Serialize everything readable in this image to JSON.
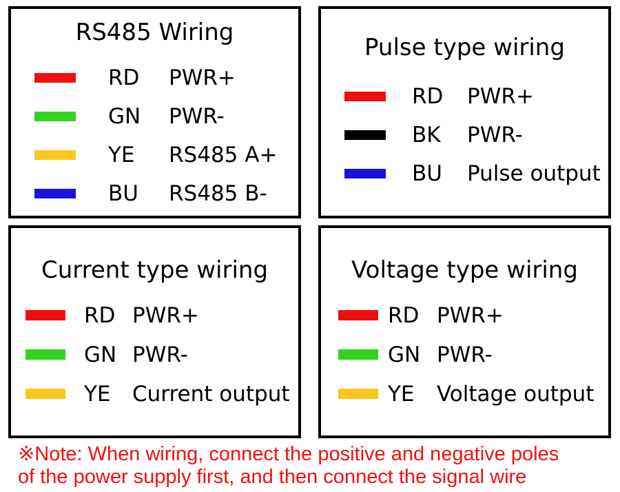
{
  "colors": {
    "panel_border": "#000000",
    "text": "#000000",
    "note_text": "#f20f0f",
    "wire_red": "#f20d11",
    "wire_green": "#32d21e",
    "wire_yellow": "#fcc61c",
    "wire_blue": "#1a12dc",
    "wire_black": "#000000"
  },
  "panels": [
    {
      "id": "rs485",
      "title": "RS485 Wiring",
      "rows": [
        {
          "color_name": "red",
          "color": "#f20d11",
          "code": "RD",
          "signal": "PWR+"
        },
        {
          "color_name": "green",
          "color": "#32d21e",
          "code": "GN",
          "signal": "PWR-"
        },
        {
          "color_name": "yellow",
          "color": "#fcc61c",
          "code": "YE",
          "signal": "RS485 A+"
        },
        {
          "color_name": "blue",
          "color": "#1a12dc",
          "code": "BU",
          "signal": "RS485 B-"
        }
      ]
    },
    {
      "id": "pulse",
      "title": "Pulse type wiring",
      "rows": [
        {
          "color_name": "red",
          "color": "#f20d11",
          "code": "RD",
          "signal": "PWR+"
        },
        {
          "color_name": "black",
          "color": "#000000",
          "code": "BK",
          "signal": "PWR-"
        },
        {
          "color_name": "blue",
          "color": "#1a12dc",
          "code": "BU",
          "signal": "Pulse output"
        }
      ]
    },
    {
      "id": "current",
      "title": "Current type wiring",
      "rows": [
        {
          "color_name": "red",
          "color": "#f20d11",
          "code": "RD",
          "signal": "PWR+"
        },
        {
          "color_name": "green",
          "color": "#32d21e",
          "code": "GN",
          "signal": "PWR-"
        },
        {
          "color_name": "yellow",
          "color": "#fcc61c",
          "code": "YE",
          "signal": "Current output"
        }
      ]
    },
    {
      "id": "voltage",
      "title": "Voltage type wiring",
      "rows": [
        {
          "color_name": "red",
          "color": "#f20d11",
          "code": "RD",
          "signal": "PWR+"
        },
        {
          "color_name": "green",
          "color": "#32d21e",
          "code": "GN",
          "signal": "PWR-"
        },
        {
          "color_name": "yellow",
          "color": "#fcc61c",
          "code": "YE",
          "signal": "Voltage output"
        }
      ]
    }
  ],
  "note": {
    "line1": "※Note: When wiring, connect the positive and negative poles",
    "line2": "of the power supply first, and then connect the signal wire"
  }
}
